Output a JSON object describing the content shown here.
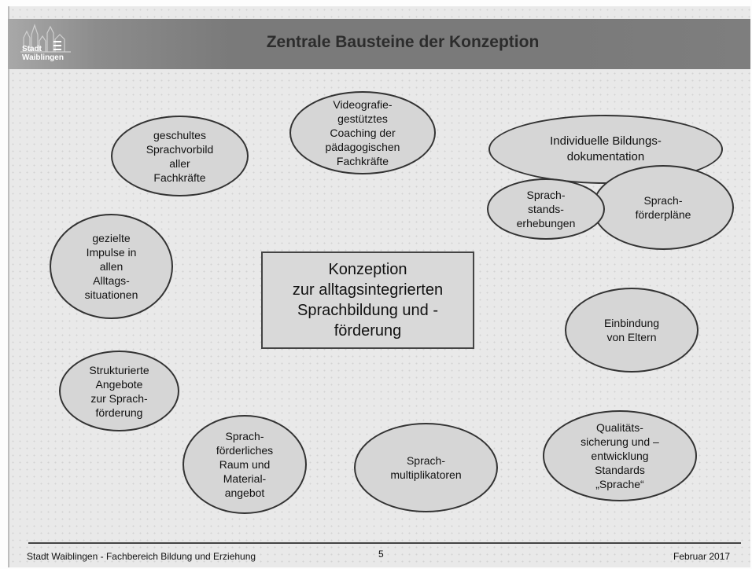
{
  "header": {
    "title": "Zentrale Bausteine der Konzeption"
  },
  "logo": {
    "line1": "Stadt",
    "line2": "Waiblingen",
    "icon": "city-skyline-logo"
  },
  "center": {
    "text": "Konzeption\nzur alltagsintegrierten\n  Sprachbildung und -\nförderung"
  },
  "ellipses": {
    "sprachvorbild": "geschultes\nSprachvorbild\naller\nFachkräfte",
    "videografie": "Videografie-\ngestütztes\nCoaching der\npädagogischen\nFachkräfte",
    "bildungsdoku": "Individuelle Bildungs-\ndokumentation",
    "sprachstands": "Sprach-\nstands-\nerhebungen",
    "foerderplaene": "Sprach-\nförderpläne",
    "impulse": "gezielte\nImpulse in\nallen\nAlltags-\nsituationen",
    "eltern": "Einbindung\nvon Eltern",
    "strukturierte": "Strukturierte\nAngebote\nzur Sprach-\nförderung",
    "raum": "Sprach-\nförderliches\nRaum und\nMaterial-\nangebot",
    "multiplikatoren": "Sprach-\nmultiplikatoren",
    "qualitaet": "Qualitäts-\nsicherung und –\nentwicklung\nStandards\n„Sprache“"
  },
  "footer": {
    "left": "Stadt Waiblingen - Fachbereich Bildung und Erziehung",
    "page": "5",
    "date": "Februar 2017"
  }
}
